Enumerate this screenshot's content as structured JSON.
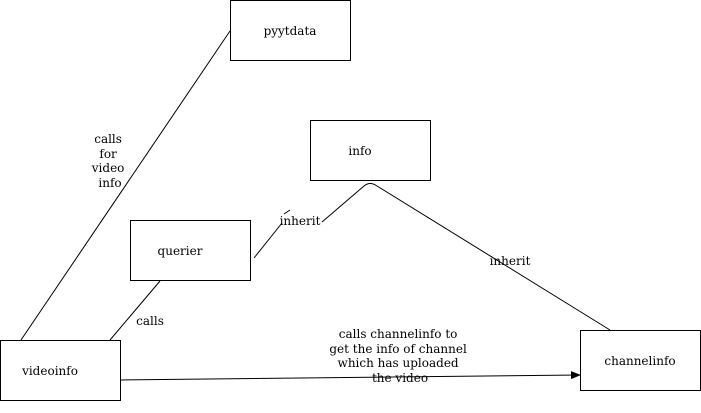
{
  "diagram": {
    "nodes": {
      "pyytdata": "pyytdata",
      "info": "info",
      "querier": "querier",
      "videoinfo": "videoinfo",
      "channelinfo": "channelinfo"
    },
    "edges": {
      "videoinfo_pyytdata": [
        "calls",
        "for",
        "video",
        "info"
      ],
      "videoinfo_querier": "calls",
      "querier_info": "inherit",
      "channelinfo_info": "inherit",
      "videoinfo_channelinfo": [
        "calls channelinfo to",
        "get the info of channel",
        "which has uploaded",
        "the video"
      ]
    }
  }
}
